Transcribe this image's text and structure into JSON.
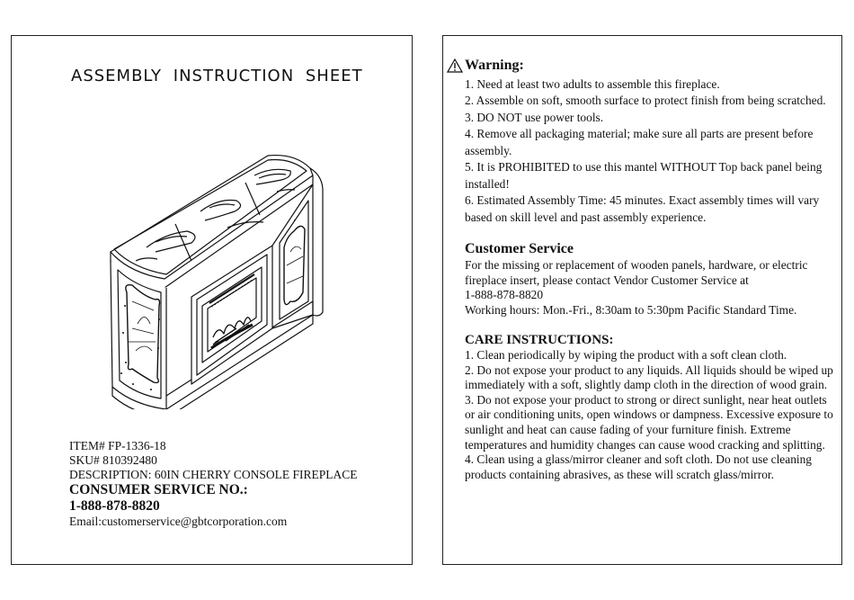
{
  "left": {
    "title": "ASSEMBLY  INSTRUCTION SHEET",
    "item": "ITEM# FP-1336-18",
    "sku": "SKU# 810392480",
    "description": "DESCRIPTION: 60IN CHERRY CONSOLE FIREPLACE",
    "consumer_service_label": "CONSUMER SERVICE NO.:",
    "consumer_service_phone": "1-888-878-8820",
    "email": "Email:customerservice@gbtcorporation.com"
  },
  "warning": {
    "title": "Warning:",
    "items": [
      "1. Need at least two adults to assemble this fireplace.",
      "2. Assemble on soft, smooth surface to protect finish from being scratched.",
      "3. DO NOT use power tools.",
      "4. Remove all packaging material; make sure all parts are present before assembly.",
      "5. It is PROHIBITED to use this mantel WITHOUT Top back panel being installed!",
      "6. Estimated Assembly Time: 45 minutes. Exact assembly times will vary based on skill level and past assembly experience."
    ]
  },
  "customer_service": {
    "title": "Customer Service",
    "body": "For the missing or replacement of wooden panels, hardware, or electric fireplace insert, please contact Vendor Customer Service at",
    "phone": "1-888-878-8820",
    "hours": "Working hours: Mon.-Fri., 8:30am to 5:30pm Pacific Standard Time."
  },
  "care": {
    "title": "CARE INSTRUCTIONS:",
    "items": [
      "1. Clean periodically by wiping the product with a soft clean cloth.",
      "2. Do not expose your product to any liquids. All liquids should be wiped up  immediately with a soft, slightly damp cloth in the direction of wood grain.",
      "3. Do not expose your product to strong or direct sunlight, near heat outlets or air conditioning units, open windows or dampness. Excessive exposure to sunlight and heat can cause fading of your furniture finish. Extreme temperatures and humidity changes can cause wood cracking and splitting.",
      "4. Clean using a glass/mirror cleaner and soft cloth. Do not use cleaning products containing abrasives, as these will scratch glass/mirror."
    ]
  }
}
